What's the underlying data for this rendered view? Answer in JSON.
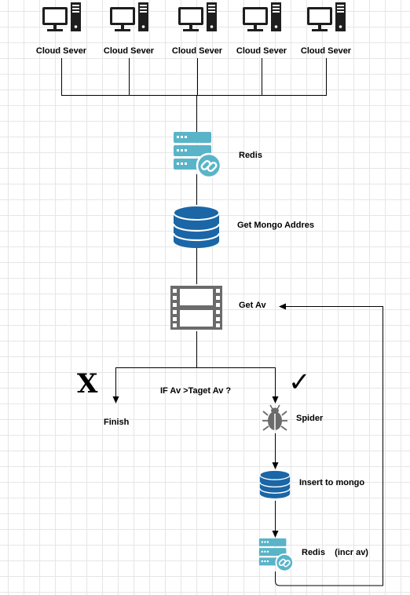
{
  "diagram": {
    "servers": [
      {
        "label": "Cloud Sever"
      },
      {
        "label": "Cloud Sever"
      },
      {
        "label": "Cloud Sever"
      },
      {
        "label": "Cloud Sever"
      },
      {
        "label": "Cloud Sever"
      }
    ],
    "nodes": {
      "redis_top": {
        "label": "Redis",
        "icon": "redis-server-icon"
      },
      "mongo": {
        "label": "Get Mongo Addres",
        "icon": "database-icon"
      },
      "get_av": {
        "label": "Get Av",
        "icon": "film-strip-icon"
      },
      "condition": {
        "label": "IF Av >Taget Av ?"
      },
      "finish": {
        "label": "Finish"
      },
      "spider": {
        "label": "Spider",
        "icon": "bug-icon"
      },
      "insert_mongo": {
        "label": "Insert to mongo",
        "icon": "database-icon"
      },
      "redis_bottom": {
        "label": "Redis    (incr av)",
        "icon": "redis-server-icon"
      }
    },
    "markers": {
      "no": "X",
      "yes": "✓"
    },
    "colors": {
      "line": "#000000",
      "grid": "#e6e6e6",
      "redis": "#5ab4c8",
      "database": "#1a66a6",
      "film": "#6b6b6b",
      "spider": "#6b6b6b",
      "computer": "#1e1e1e"
    }
  }
}
